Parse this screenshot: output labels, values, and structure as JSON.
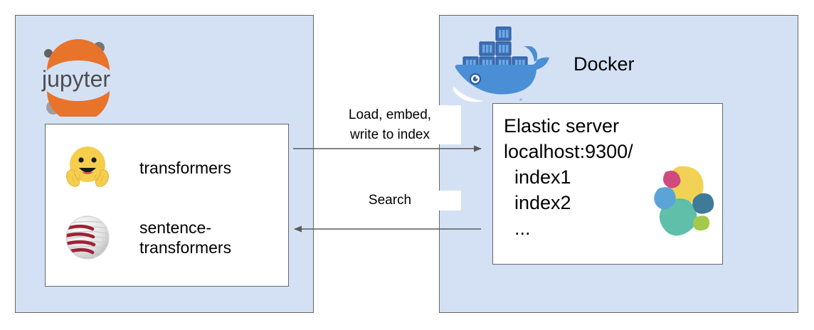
{
  "diagram": {
    "title": "Jupyter and Docker Elasticsearch architecture",
    "background": "#ffffff",
    "panel_fill": "#d4e1f5",
    "panel_stroke": "#666666",
    "box_fill": "#ffffff",
    "arrow_color": "#5a5a5a"
  },
  "jupyter_panel": {
    "logo_name": "jupyter-logo",
    "logo_text": "jupyter",
    "logo_colors": {
      "arc": "#e8732a",
      "dot_dark": "#616161",
      "dot_mid": "#767676",
      "dot_light": "#9e9e9e",
      "wordmark": "#4e4e4e"
    },
    "libraries": [
      {
        "icon": "huggingface-icon",
        "label": "transformers",
        "colors": {
          "face": "#f6ce4e",
          "hands": "#f6ce4e",
          "features": "#1a1a1a",
          "mouth": "#d2544b"
        }
      },
      {
        "icon": "sentence-transformers-icon",
        "label": "sentence-\ntransformers",
        "colors": {
          "sphere": "#e6e6e6",
          "stripes": "#9d2235"
        }
      }
    ]
  },
  "docker_panel": {
    "logo_name": "docker-whale-icon",
    "label": "Docker",
    "logo_colors": {
      "whale": "#4a8fd6",
      "whale_dark": "#3f7fc4",
      "container": "#3a6fb8",
      "container_light": "#6fa8e0",
      "belly": "#ffffff"
    },
    "elastic_box": {
      "lines": [
        "Elastic server",
        "localhost:9300/",
        "  index1",
        "  index2",
        "  ..."
      ],
      "text": "Elastic server\nlocalhost:9300/\n  index1\n  index2\n  ...",
      "logo_name": "elastic-logo",
      "logo_colors": {
        "yellow": "#f1d254",
        "teal": "#5fbfa8",
        "blue": "#5ba4d8",
        "pink": "#d04a7e",
        "navy": "#3f7a99",
        "green": "#a5c94a"
      }
    }
  },
  "arrows": [
    {
      "name": "arrow-load-embed-write",
      "label": "Load, embed,\nwrite to index",
      "direction": "right",
      "from": "jupyter",
      "to": "elastic"
    },
    {
      "name": "arrow-search",
      "label": "Search",
      "direction": "left",
      "from": "elastic",
      "to": "jupyter"
    }
  ]
}
